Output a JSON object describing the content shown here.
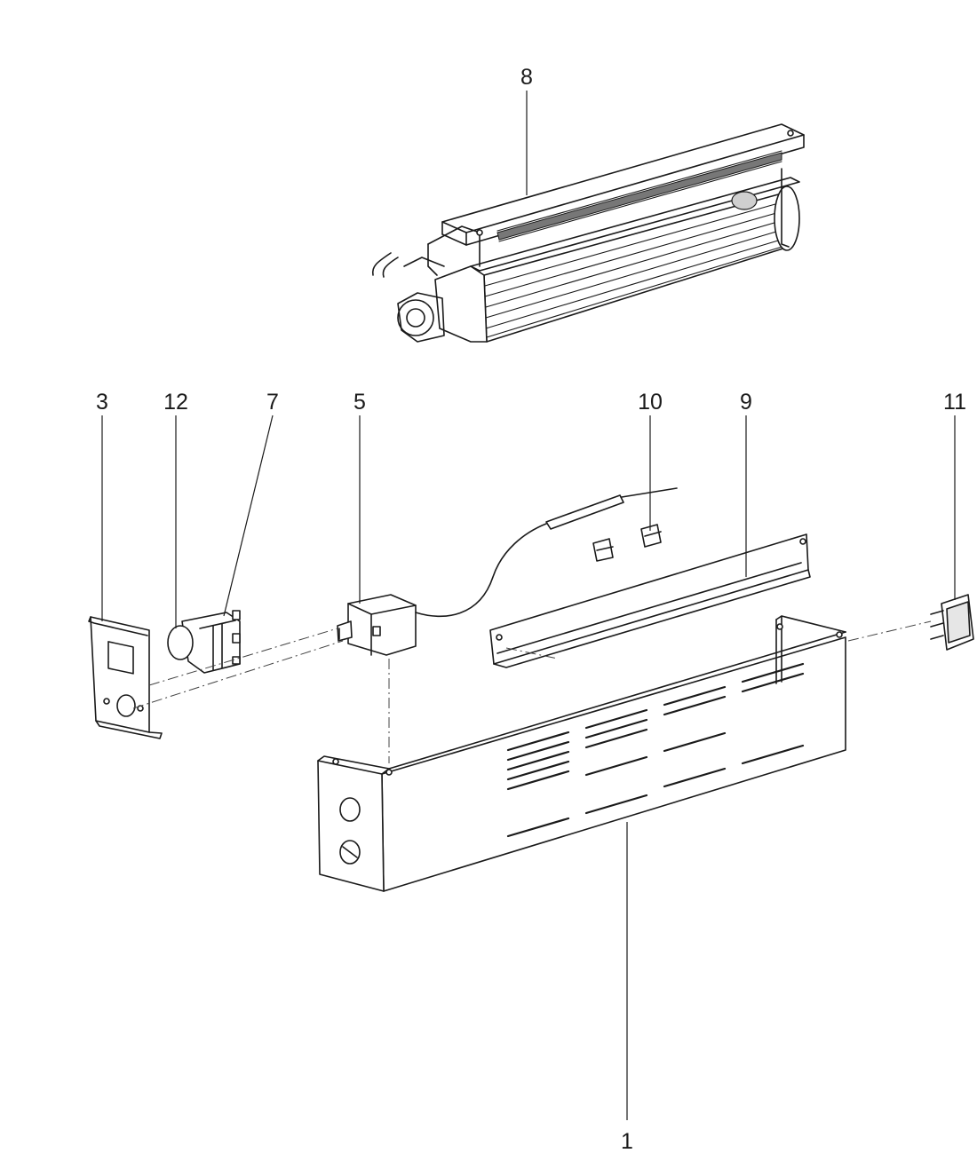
{
  "callouts": {
    "c8": "8",
    "c3": "3",
    "c12": "12",
    "c7": "7",
    "c5": "5",
    "c10": "10",
    "c9": "9",
    "c11": "11",
    "c1": "1"
  },
  "colors": {
    "line": "#1a1a1a",
    "background": "#ffffff"
  }
}
